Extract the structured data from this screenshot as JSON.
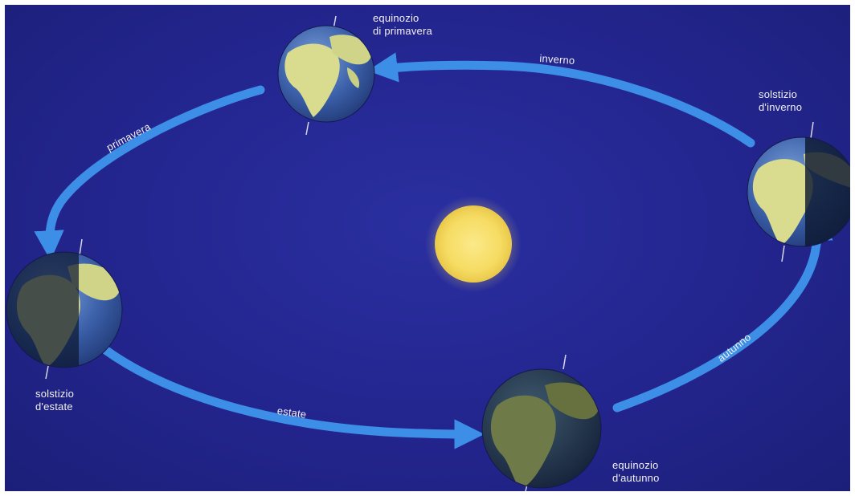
{
  "colors": {
    "background": "#23258e",
    "orbit_arrow": "#3d8ee6",
    "sun": "#f6dc63",
    "text": "#f2f2f2"
  },
  "positions": {
    "spring_equinox": {
      "line1": "equinozio",
      "line2": "di primavera"
    },
    "winter_solstice": {
      "line1": "solstizio",
      "line2": "d'inverno"
    },
    "summer_solstice": {
      "line1": "solstizio",
      "line2": "d'estate"
    },
    "autumn_equinox": {
      "line1": "equinozio",
      "line2": "d'autunno"
    }
  },
  "seasons": {
    "spring": "primavera",
    "winter": "inverno",
    "summer": "estate",
    "autumn": "autunno"
  },
  "icons": [
    "sun-icon",
    "earth-icon",
    "orbit-arrow"
  ]
}
